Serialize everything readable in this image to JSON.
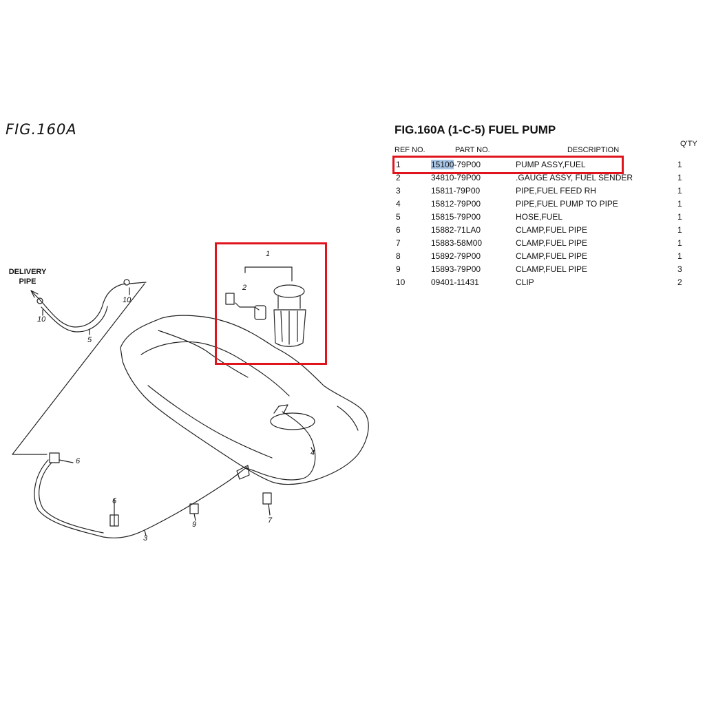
{
  "figure_label": "FIG.160A",
  "table": {
    "title": "FIG.160A (1-C-5) FUEL PUMP",
    "headers": {
      "ref": "REF NO.",
      "part": "PART NO.",
      "desc": "DESCRIPTION",
      "qty": "Q'TY"
    },
    "rows": [
      {
        "ref": "1",
        "part_a": "15100",
        "part_b": "-79P00",
        "desc": "PUMP ASSY,FUEL",
        "qty": "1"
      },
      {
        "ref": "2",
        "part_a": "",
        "part_b": "34810-79P00",
        "desc": ".GAUGE ASSY, FUEL SENDER",
        "qty": "1"
      },
      {
        "ref": "3",
        "part_a": "",
        "part_b": "15811-79P00",
        "desc": "PIPE,FUEL FEED RH",
        "qty": "1"
      },
      {
        "ref": "4",
        "part_a": "",
        "part_b": "15812-79P00",
        "desc": "PIPE,FUEL PUMP TO PIPE",
        "qty": "1"
      },
      {
        "ref": "5",
        "part_a": "",
        "part_b": "15815-79P00",
        "desc": "HOSE,FUEL",
        "qty": "1"
      },
      {
        "ref": "6",
        "part_a": "",
        "part_b": "15882-71LA0",
        "desc": "CLAMP,FUEL PIPE",
        "qty": "1"
      },
      {
        "ref": "7",
        "part_a": "",
        "part_b": "15883-58M00",
        "desc": "CLAMP,FUEL PIPE",
        "qty": "1"
      },
      {
        "ref": "8",
        "part_a": "",
        "part_b": "15892-79P00",
        "desc": "CLAMP,FUEL PIPE",
        "qty": "1"
      },
      {
        "ref": "9",
        "part_a": "",
        "part_b": "15893-79P00",
        "desc": "CLAMP,FUEL PIPE",
        "qty": "3"
      },
      {
        "ref": "10",
        "part_a": "",
        "part_b": "09401-11431",
        "desc": "CLIP",
        "qty": "2"
      }
    ]
  },
  "diagram": {
    "delivery_label_1": "DELIVERY",
    "delivery_label_2": "PIPE",
    "callouts": {
      "c1": "1",
      "c2": "2",
      "c3": "3",
      "c4": "4",
      "c5": "5",
      "c6a": "6",
      "c6b": "6",
      "c7": "7",
      "c9": "9",
      "c10a": "10",
      "c10b": "10"
    }
  },
  "colors": {
    "highlight_box": "#e0141c",
    "text_selection": "#a9c6e6",
    "line_art": "#222222"
  }
}
